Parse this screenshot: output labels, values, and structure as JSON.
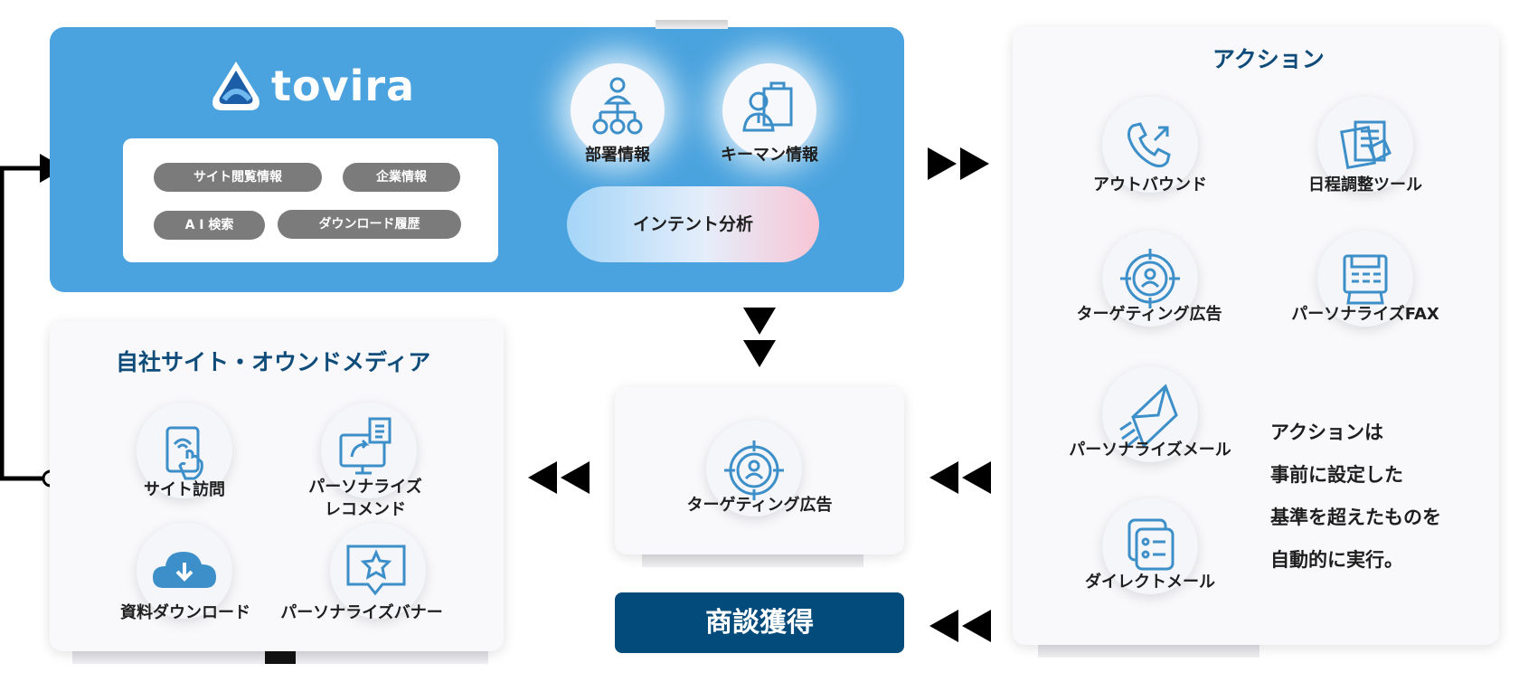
{
  "brand": {
    "name": "tovira"
  },
  "data_sources": [
    "サイト閲覧情報",
    "企業情報",
    "A I 検索",
    "ダウンロード履歴"
  ],
  "top_panel": {
    "department_label": "部署情報",
    "keyman_label": "キーマン情報",
    "intent_label": "インテント分析"
  },
  "owned_media": {
    "title": "自社サイト・オウンドメディア",
    "items": [
      "サイト訪問",
      "パーソナライズ\nレコメンド",
      "資料ダウンロード",
      "パーソナライズバナー"
    ]
  },
  "targeting_card": {
    "label": "ターゲティング広告"
  },
  "deal": {
    "label": "商談獲得"
  },
  "actions": {
    "title": "アクション",
    "items": [
      "アウトバウンド",
      "日程調整ツール",
      "ターゲティング広告",
      "パーソナライズFAX",
      "パーソナライズメール",
      "ダイレクトメール"
    ],
    "note": [
      "アクションは",
      "事前に設定した",
      "基準を超えたものを",
      "自動的に実行。"
    ]
  },
  "colors": {
    "panel_blue": "#4aa3de",
    "title_navy": "#0f4c7a",
    "deal_navy": "#034b7a",
    "icon_blue": "#3d8fc9"
  },
  "icons": [
    "org-chart-icon",
    "keyman-icon",
    "phone-icon",
    "schedule-document-icon",
    "target-icon",
    "fax-icon",
    "mail-icon",
    "direct-mail-icon",
    "tablet-touch-icon",
    "monitor-recommend-icon",
    "cloud-download-icon",
    "star-banner-icon"
  ]
}
